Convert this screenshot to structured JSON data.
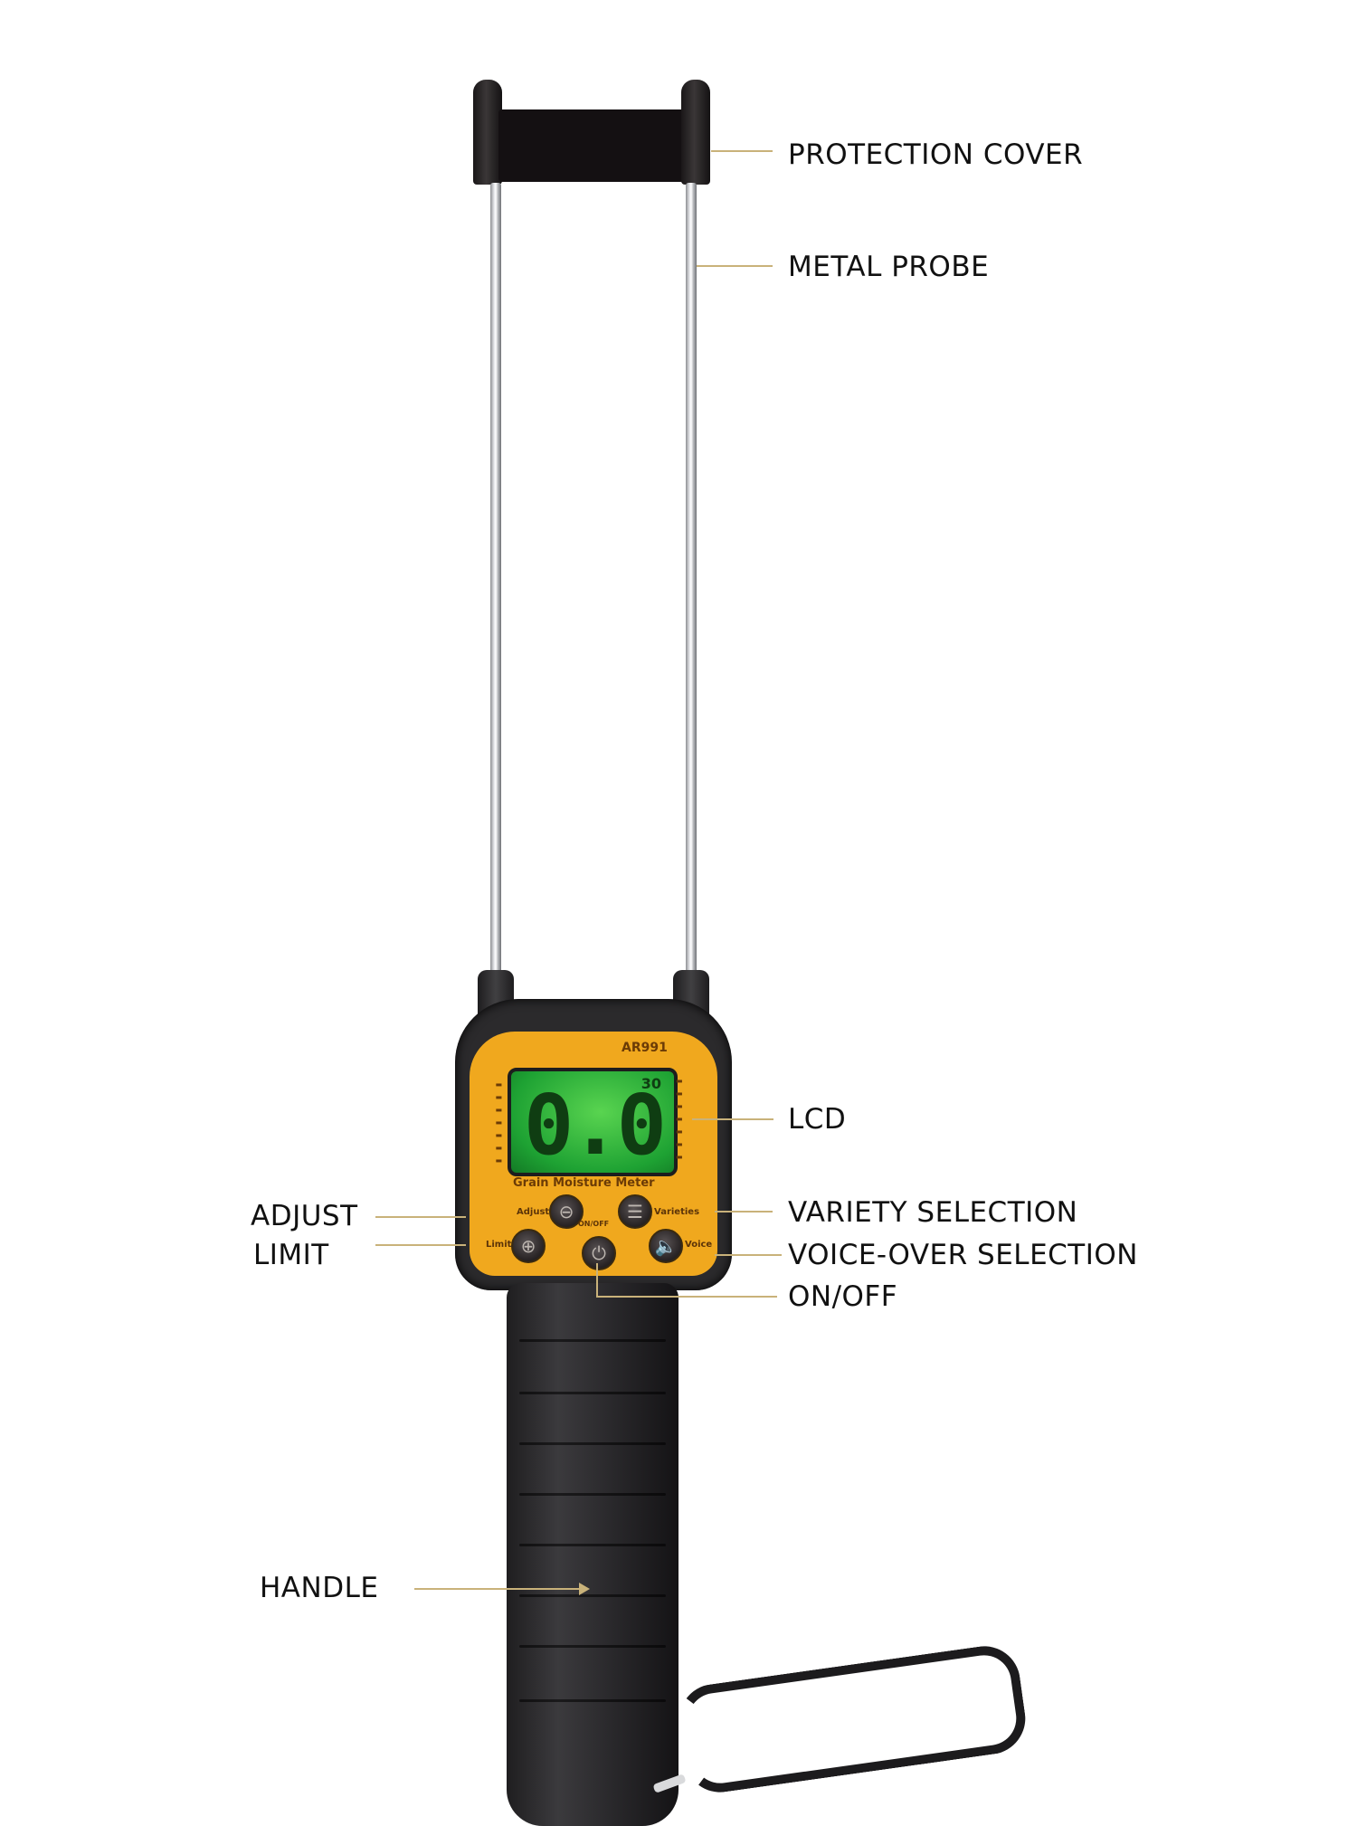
{
  "diagram": {
    "subject": "Grain Moisture Meter",
    "accent_color": "#f0a81e",
    "leader_color": "#c9b27a",
    "lcd_color": "#3cc042"
  },
  "device": {
    "model": "AR991",
    "face_title": "Grain Moisture Meter",
    "lcd": {
      "reading": "0.0",
      "indicator": "30"
    },
    "buttons": {
      "adjust": "Adjust",
      "varieties": "Varieties",
      "limit": "Limit",
      "on_off": "ON/OFF",
      "voice": "Voice"
    }
  },
  "callouts": {
    "protection_cover": "PROTECTION COVER",
    "metal_probe": "METAL PROBE",
    "lcd": "LCD",
    "adjust": "ADJUST",
    "limit": "LIMIT",
    "variety_selection": "VARIETY SELECTION",
    "voice_over_selection": "VOICE-OVER SELECTION",
    "on_off": "ON/OFF",
    "handle": "HANDLE"
  }
}
